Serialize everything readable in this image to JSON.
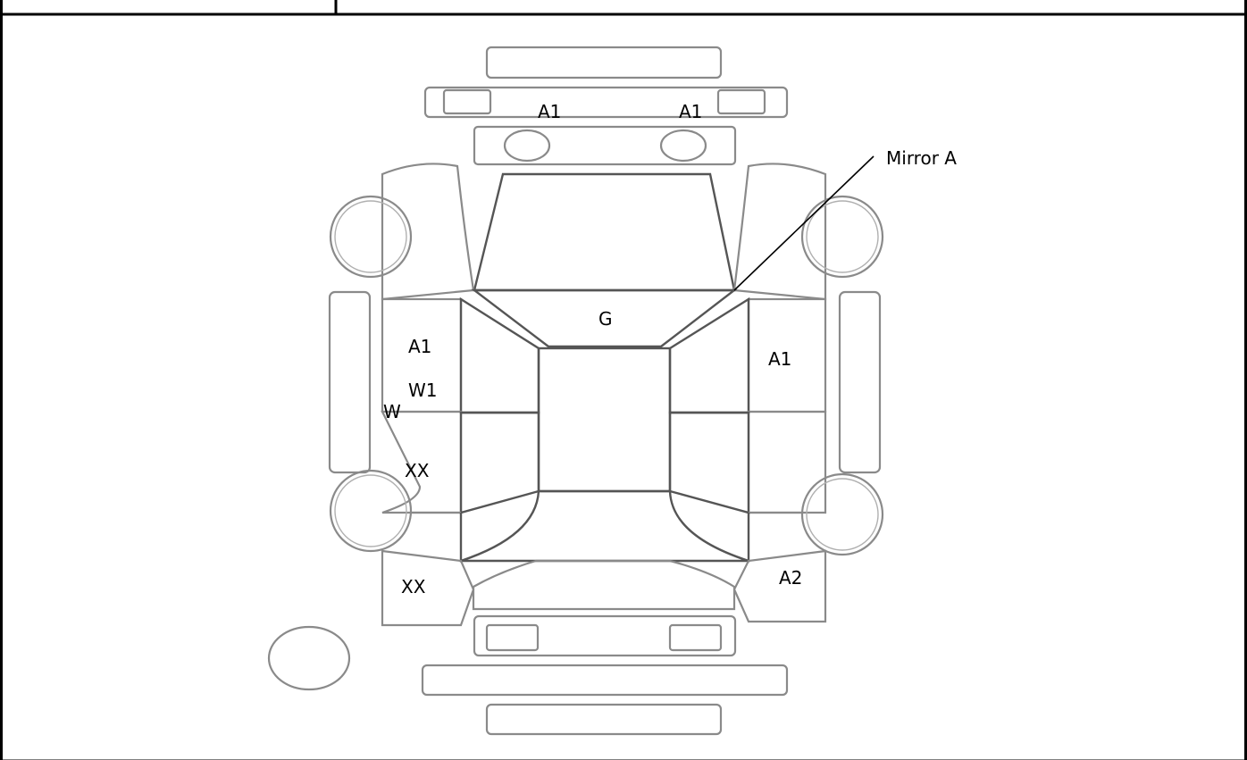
{
  "diagram": {
    "labels": {
      "front_left_bumper_mark": "A1",
      "front_right_bumper_mark": "A1",
      "mirror_label": "Mirror A",
      "windshield_mark": "G",
      "left_front_door_mark": "A1",
      "left_front_door_mark_w1": "W1",
      "left_door_mark_w": "W",
      "left_rear_door_mark": "XX",
      "left_rear_quarter_mark": "XX",
      "right_front_door_mark": "A1",
      "right_rear_quarter_mark": "A2"
    }
  }
}
